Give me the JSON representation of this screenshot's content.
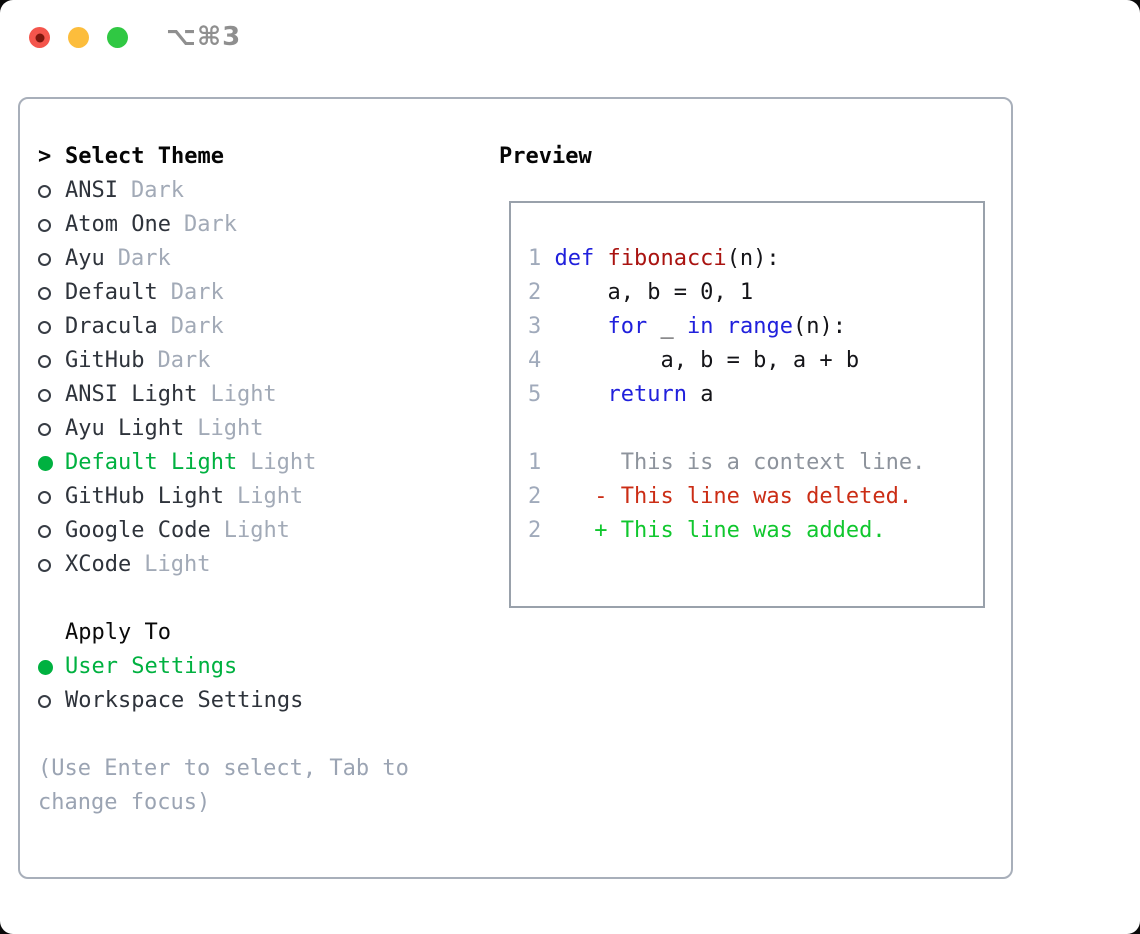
{
  "titlebar": {
    "shortcut": "⌥⌘3",
    "colors": {
      "red": "#f4554c",
      "red_dot": "#7d170e",
      "yellow": "#fcbd3c",
      "green": "#30c843"
    }
  },
  "theme_panel": {
    "header": {
      "prefix": ">",
      "label": "Select Theme"
    },
    "items": [
      {
        "name": "ANSI",
        "variant": "Dark",
        "selected": false
      },
      {
        "name": "Atom One",
        "variant": "Dark",
        "selected": false
      },
      {
        "name": "Ayu",
        "variant": "Dark",
        "selected": false
      },
      {
        "name": "Default",
        "variant": "Dark",
        "selected": false
      },
      {
        "name": "Dracula",
        "variant": "Dark",
        "selected": false
      },
      {
        "name": "GitHub",
        "variant": "Dark",
        "selected": false
      },
      {
        "name": "ANSI Light",
        "variant": "Light",
        "selected": false
      },
      {
        "name": "Ayu Light",
        "variant": "Light",
        "selected": false
      },
      {
        "name": "Default Light",
        "variant": "Light",
        "selected": true
      },
      {
        "name": "GitHub Light",
        "variant": "Light",
        "selected": false
      },
      {
        "name": "Google Code",
        "variant": "Light",
        "selected": false
      },
      {
        "name": "XCode",
        "variant": "Light",
        "selected": false
      }
    ],
    "apply_to": {
      "label": "Apply To",
      "options": [
        {
          "name": "User Settings",
          "selected": true
        },
        {
          "name": "Workspace Settings",
          "selected": false
        }
      ]
    },
    "hint": {
      "line1": "(Use Enter to select, Tab to",
      "line2": "change focus)"
    }
  },
  "preview": {
    "label": "Preview",
    "lines": [
      {
        "num": "1",
        "tokens": [
          {
            "c": "kw",
            "t": "def "
          },
          {
            "c": "fn",
            "t": "fibonacci"
          },
          {
            "c": "pl",
            "t": "(n):"
          }
        ]
      },
      {
        "num": "2",
        "tokens": [
          {
            "c": "pl",
            "t": "    a, b = 0, 1"
          }
        ]
      },
      {
        "num": "3",
        "tokens": [
          {
            "c": "pl",
            "t": "    "
          },
          {
            "c": "kw",
            "t": "for"
          },
          {
            "c": "pl",
            "t": " _ "
          },
          {
            "c": "kw",
            "t": "in"
          },
          {
            "c": "pl",
            "t": " "
          },
          {
            "c": "kw",
            "t": "range"
          },
          {
            "c": "pl",
            "t": "(n):"
          }
        ]
      },
      {
        "num": "4",
        "tokens": [
          {
            "c": "pl",
            "t": "        a, b = b, a + b"
          }
        ]
      },
      {
        "num": "5",
        "tokens": [
          {
            "c": "pl",
            "t": "    "
          },
          {
            "c": "kw",
            "t": "return"
          },
          {
            "c": "pl",
            "t": " a"
          }
        ]
      },
      {
        "num": "",
        "tokens": []
      },
      {
        "num": "1",
        "tokens": [
          {
            "c": "ctx",
            "t": "     This is a context line."
          }
        ]
      },
      {
        "num": "2",
        "tokens": [
          {
            "c": "del",
            "t": "   - This line was deleted."
          }
        ]
      },
      {
        "num": "2",
        "tokens": [
          {
            "c": "add",
            "t": "   + This line was added."
          }
        ]
      }
    ]
  },
  "colors": {
    "selected_green": "#00b140",
    "added_green": "#10c72e",
    "deleted_red": "#cb2d15",
    "keyword_blue": "#2020dc",
    "function_red": "#a91310",
    "muted_gray": "#a2aab7",
    "panel_border": "#a8afba",
    "preview_border": "#99a1ab"
  }
}
